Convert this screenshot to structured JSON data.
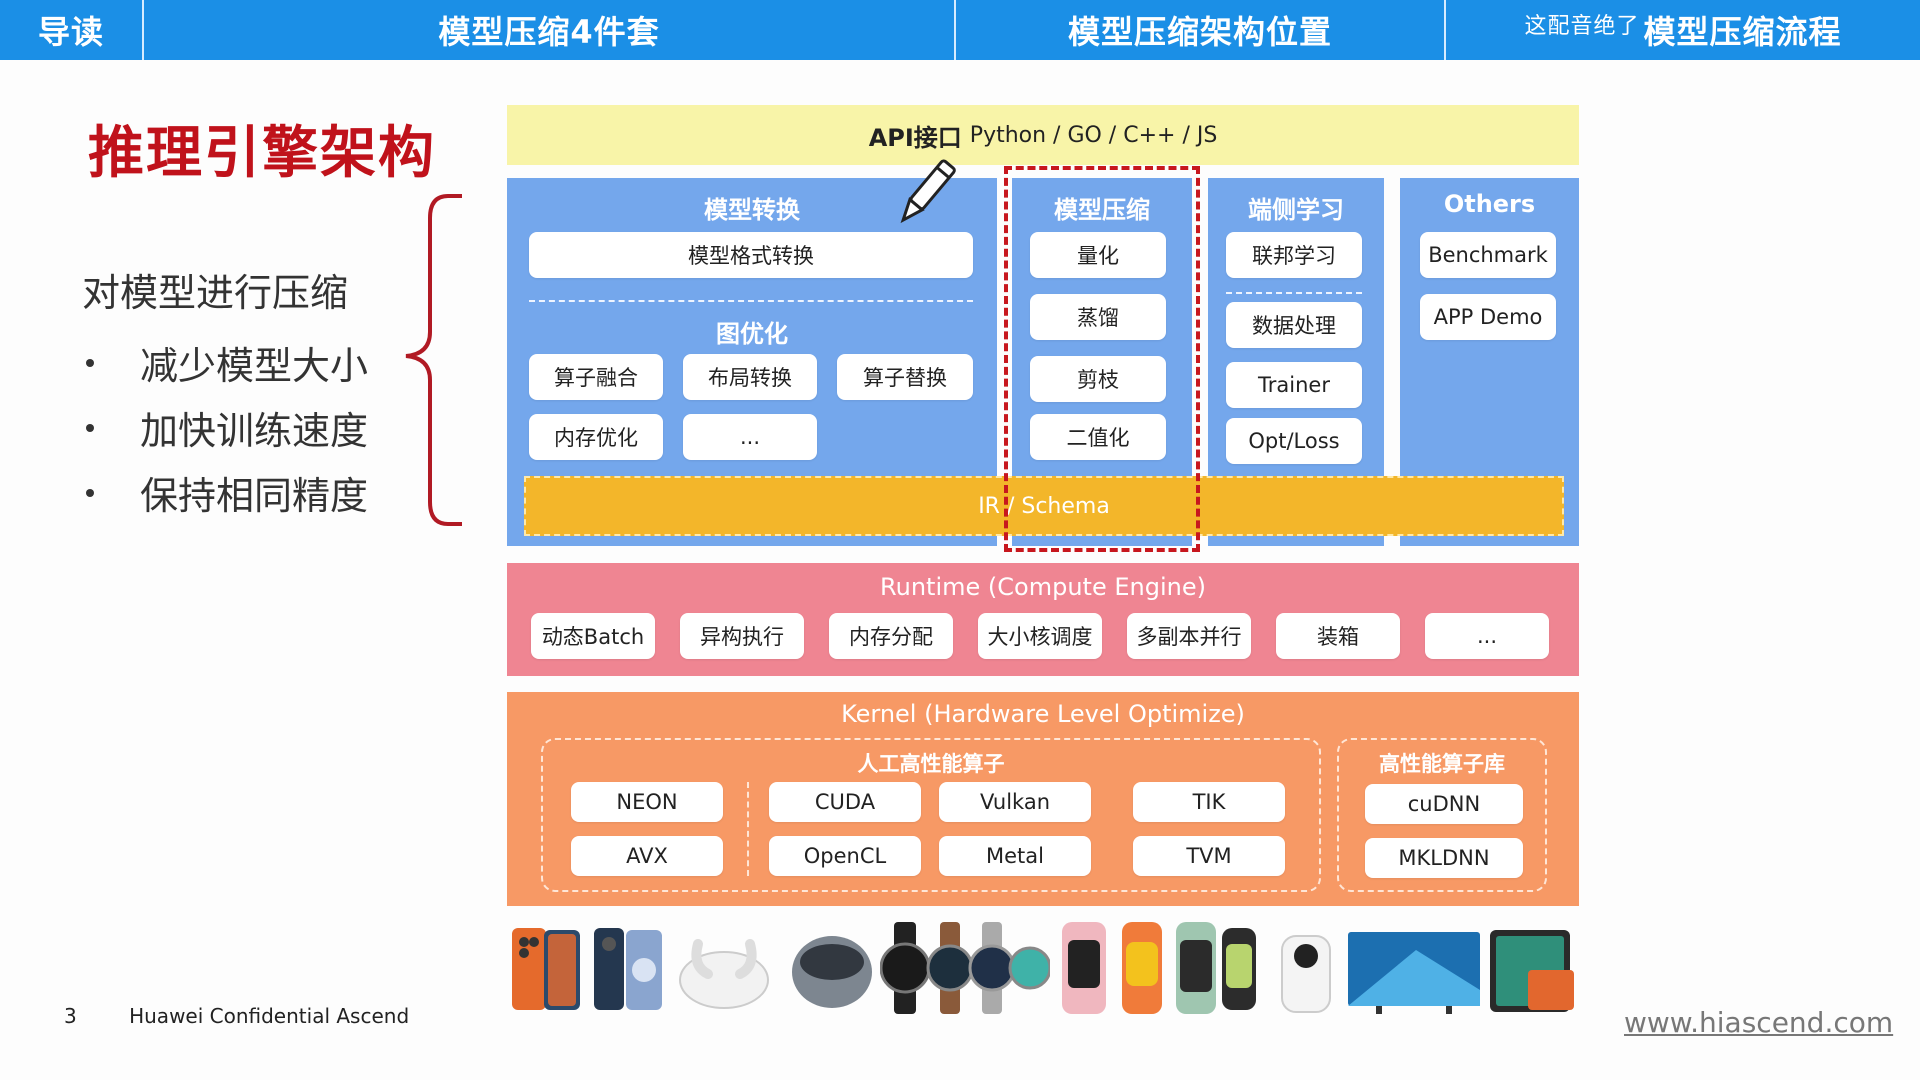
{
  "nav": {
    "guide": "导读",
    "tab1": "模型压缩4件套",
    "tab2": "模型压缩架构位置",
    "overlay": "这配音绝了",
    "tab3": "模型压缩流程"
  },
  "left": {
    "title": "推理引擎架构",
    "lead": "对模型进行压缩",
    "bullets": [
      "减少模型大小",
      "加快训练速度",
      "保持相同精度"
    ]
  },
  "api": {
    "label_bold": "API接口",
    "label_rest": "Python / GO / C++ / JS"
  },
  "convert": {
    "title": "模型转换",
    "format": "模型格式转换",
    "graph_title": "图优化",
    "items": [
      "算子融合",
      "布局转换",
      "算子替换",
      "内存优化",
      "..."
    ]
  },
  "compress": {
    "title": "模型压缩",
    "items": [
      "量化",
      "蒸馏",
      "剪枝",
      "二值化"
    ]
  },
  "edge": {
    "title": "端侧学习",
    "items": [
      "联邦学习",
      "数据处理",
      "Trainer",
      "Opt/Loss"
    ]
  },
  "others": {
    "title": "Others",
    "items": [
      "Benchmark",
      "APP Demo"
    ]
  },
  "ir": {
    "label": "IR / Schema"
  },
  "runtime": {
    "title": "Runtime (Compute Engine)",
    "items": [
      "动态Batch",
      "异构执行",
      "内存分配",
      "大小核调度",
      "多副本并行",
      "装箱",
      "..."
    ]
  },
  "kernel": {
    "title": "Kernel (Hardware Level Optimize)",
    "manual_title": "人工高性能算子",
    "manual_items": [
      "NEON",
      "CUDA",
      "Vulkan",
      "TIK",
      "AVX",
      "OpenCL",
      "Metal",
      "TVM"
    ],
    "lib_title": "高性能算子库",
    "lib_items": [
      "cuDNN",
      "MKLDNN"
    ]
  },
  "footer": {
    "page": "3",
    "confidential": "Huawei Confidential  Ascend",
    "url": "www.hiascend.com"
  },
  "colors": {
    "nav": "#1b8fe6",
    "title_red": "#c0121b",
    "api": "#f8f4a8",
    "blue_panel": "#74a7ec",
    "ir": "#f3b62a",
    "runtime": "#ef8592",
    "kernel": "#f79965"
  }
}
